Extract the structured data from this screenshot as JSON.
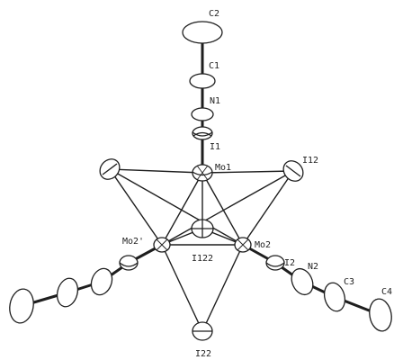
{
  "labels": {
    "c2": "C2",
    "c1": "C1",
    "n1": "N1",
    "i1": "I1",
    "mo1": "Mo1",
    "i12": "I12",
    "mo2p": "Mo2'",
    "i122": "I122",
    "mo2": "Mo2",
    "i2": "I2",
    "n2": "N2",
    "c3": "C3",
    "c4": "C4",
    "i22": "I22"
  },
  "colors": {
    "ink": "#1e1e1e",
    "paper": "#ffffff"
  }
}
